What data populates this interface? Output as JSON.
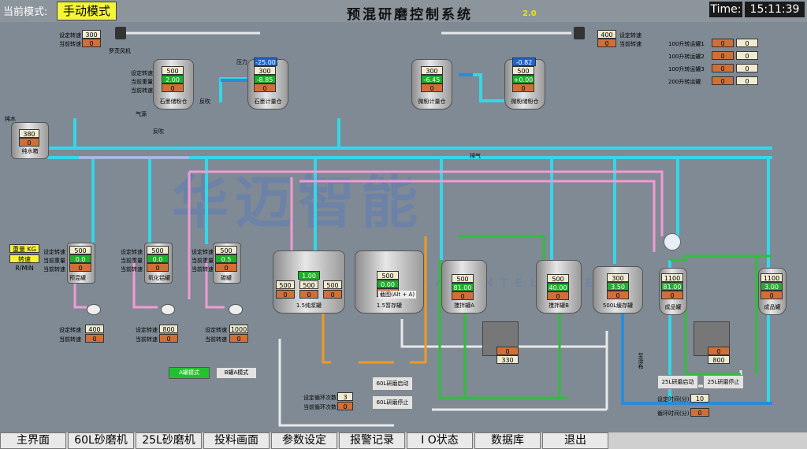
{
  "header": {
    "mode_label": "当前模式:",
    "mode_value": "手动模式",
    "title": "预混研磨控制系统",
    "version": "2.0",
    "time_label": "Time:",
    "time_value": "15:11:39"
  },
  "blower": {
    "set_label": "设定转速",
    "cur_label": "当前转速",
    "set_value": "300",
    "cur_value": "0",
    "name": "罗茨风机"
  },
  "right_speed": {
    "set_label": "设定转速",
    "cur_label": "当前转速",
    "set_value": "400",
    "cur_value": "0"
  },
  "valves_200": [
    {
      "label": "100升转运罐1",
      "a": "0",
      "b": "0"
    },
    {
      "label": "100升转运罐2",
      "a": "0",
      "b": "0"
    },
    {
      "label": "100升转运罐3",
      "a": "0",
      "b": "0"
    },
    {
      "label": "200升转运罐",
      "a": "0",
      "b": "0"
    }
  ],
  "graphite_storage": {
    "labels": [
      "设定转速",
      "当前重量",
      "当前转速"
    ],
    "set": "500",
    "weight": "2.00",
    "cur": "0",
    "name": "石墨储粉仓",
    "extra": "反吹"
  },
  "graphite_meter": {
    "pressure_label": "压力",
    "pressure": "-25.00",
    "set": "300",
    "weight": "-8.85",
    "cur": "0",
    "name": "石墨计量仓"
  },
  "additive_meter": {
    "set": "300",
    "weight": "-6.45",
    "cur": "0",
    "name": "微粉计量仓"
  },
  "additive_storage": {
    "pressure": "-0.82",
    "set": "500",
    "weight": "+0.00",
    "cur": "0",
    "name": "微粉储粉仓"
  },
  "labels_misc": {
    "air": "气源",
    "pure_water": "纯水",
    "fanchui": "反吹",
    "paiqi": "排气"
  },
  "pure_tank": {
    "set": "380",
    "cur": "0",
    "name": "纯水箱"
  },
  "legend_units": {
    "weight": "重量 KG",
    "speed": "转速 R/MIN"
  },
  "small_tanks": [
    {
      "labels": [
        "设定转速",
        "当前重量",
        "当前转速"
      ],
      "set": "500",
      "weight": "0.0",
      "cur": "0",
      "name": "预混罐",
      "pump_set": "400",
      "pump_cur": "0"
    },
    {
      "labels": [
        "设定转速",
        "当前重量",
        "当前转速"
      ],
      "set": "500",
      "weight": "0.0",
      "cur": "0",
      "name": "氧化铝罐",
      "pump_set": "800",
      "pump_cur": "0"
    },
    {
      "labels": [
        "设定转速",
        "当前重量",
        "当前转速"
      ],
      "set": "500",
      "weight": "0.5",
      "cur": "0",
      "name": "碳罐",
      "pump_set": "1000",
      "pump_cur": "0"
    }
  ],
  "pump_labels": {
    "set": "设定转速",
    "cur": "当前转速"
  },
  "premix_tank": {
    "weight": "1.00",
    "v1": "500",
    "v2": "500",
    "v3": "500",
    "c1": "0",
    "c2": "0",
    "c3": "0",
    "name": "1.5纯浆罐"
  },
  "hold_tank": {
    "set": "500",
    "weight": "0.00",
    "cur": "0",
    "note": "截图(Alt + A)",
    "name": "1.5暂存罐"
  },
  "stir_a": {
    "set": "500",
    "weight": "81.00",
    "cur": "0",
    "name": "搅拌罐A"
  },
  "stir_b": {
    "set": "500",
    "weight": "40.00",
    "cur": "0",
    "name": "搅拌罐B"
  },
  "buffer_500": {
    "set": "300",
    "weight": "3.50",
    "cur": "0",
    "name": "500L缓存罐"
  },
  "final_tank": {
    "set": "1100",
    "weight": "81.00",
    "cur": "0",
    "name": "成品罐"
  },
  "right_tank": {
    "set": "1100",
    "weight": "3.00",
    "cur": "0",
    "name": "成品罐"
  },
  "mill_60": {
    "a": "0",
    "b": "330"
  },
  "mill_25": {
    "a": "0",
    "b": "800"
  },
  "mode_buttons": {
    "a": "A罐模式",
    "b": "B罐A模式"
  },
  "cycle": {
    "set_label": "设定循环次数",
    "cur_label": "当前循环次数",
    "set": "3",
    "cur": "0"
  },
  "mill60_buttons": {
    "start": "60L研磨启动",
    "stop": "60L研磨停止"
  },
  "mill25_buttons": {
    "start": "25L研磨启动",
    "stop": "25L研磨停止"
  },
  "timer": {
    "set_label": "设定时间(分)",
    "cur_label": "循环时间(分)",
    "set": "10",
    "cur": "0"
  },
  "to_line": "至涂布",
  "watermark": {
    "main": "华迈智能",
    "sub": "HUAMAI INTELLIGENT"
  },
  "nav": [
    "主界面",
    "60L砂磨机",
    "25L砂磨机",
    "投料画面",
    "参数设定",
    "报警记录",
    "I O状态",
    "数据库",
    "退出"
  ]
}
